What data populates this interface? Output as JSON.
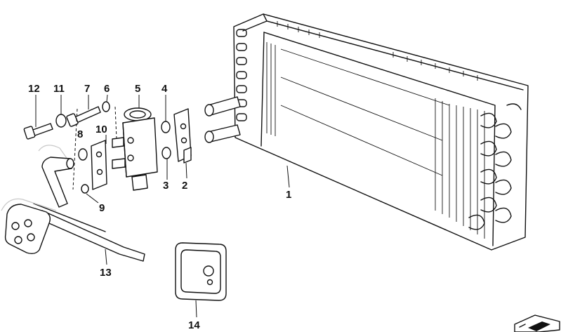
{
  "diagram": {
    "callouts": [
      {
        "id": "1",
        "label": "1"
      },
      {
        "id": "2",
        "label": "2"
      },
      {
        "id": "3",
        "label": "3"
      },
      {
        "id": "4",
        "label": "4"
      },
      {
        "id": "5",
        "label": "5"
      },
      {
        "id": "6",
        "label": "6"
      },
      {
        "id": "7",
        "label": "7"
      },
      {
        "id": "8",
        "label": "8"
      },
      {
        "id": "9",
        "label": "9"
      },
      {
        "id": "10",
        "label": "10"
      },
      {
        "id": "11",
        "label": "11"
      },
      {
        "id": "12",
        "label": "12"
      },
      {
        "id": "13",
        "label": "13"
      },
      {
        "id": "14",
        "label": "14"
      }
    ],
    "corner_icon": "folder-arrow-icon"
  }
}
